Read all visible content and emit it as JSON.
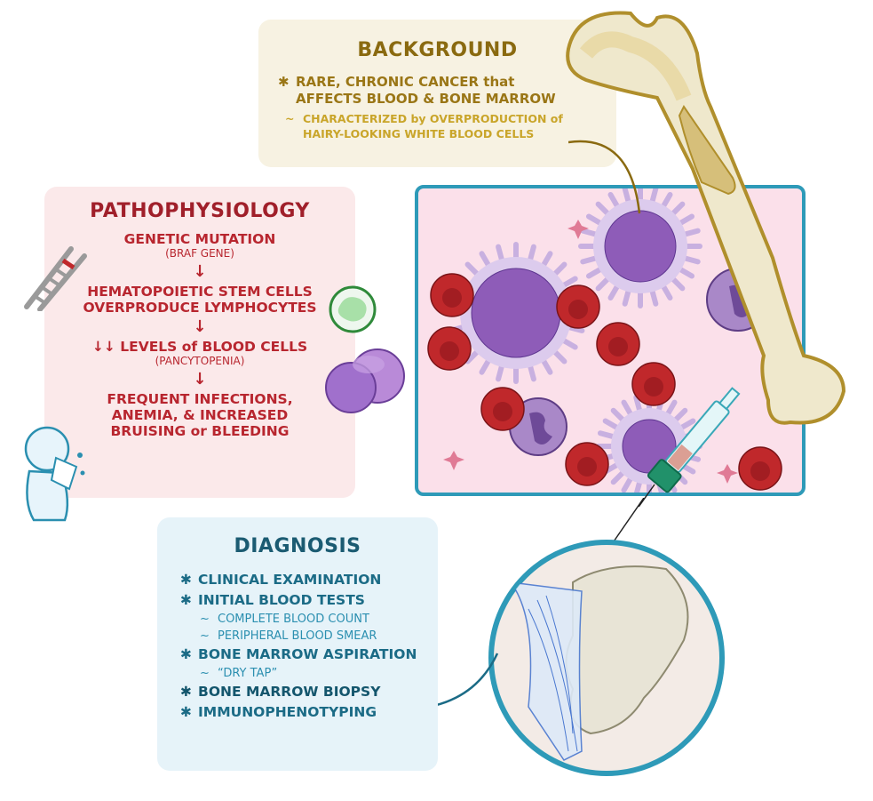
{
  "background": {
    "title": "BACKGROUND",
    "bullet_symbol": "✱",
    "sub_symbol": "~",
    "main_point": "RARE, CHRONIC CANCER that AFFECTS BLOOD & BONE MARROW",
    "sub_point": "CHARACTERIZED by OVERPRODUCTION of HAIRY-LOOKING WHITE BLOOD CELLS"
  },
  "pathophysiology": {
    "title": "PATHOPHYSIOLOGY",
    "arrow": "↓",
    "steps": [
      {
        "text": "GENETIC MUTATION",
        "sub": "(BRAF GENE)"
      },
      {
        "text": "HEMATOPOIETIC STEM CELLS OVERPRODUCE LYMPHOCYTES",
        "sub": ""
      },
      {
        "text": "↓↓ LEVELS of BLOOD CELLS",
        "sub": "(PANCYTOPENIA)"
      },
      {
        "text": "FREQUENT INFECTIONS, ANEMIA, & INCREASED BRUISING or BLEEDING",
        "sub": ""
      }
    ]
  },
  "diagnosis": {
    "title": "DIAGNOSIS",
    "bullet_symbol": "✱",
    "sub_symbol": "~",
    "items": [
      {
        "text": "CLINICAL EXAMINATION",
        "subs": []
      },
      {
        "text": "INITIAL BLOOD TESTS",
        "subs": [
          "COMPLETE BLOOD COUNT",
          "PERIPHERAL BLOOD SMEAR"
        ]
      },
      {
        "text": "BONE MARROW ASPIRATION",
        "subs": [
          "“DRY TAP”"
        ]
      },
      {
        "text": "BONE MARROW BIOPSY",
        "subs": []
      },
      {
        "text": "IMMUNOPHENOTYPING",
        "subs": []
      }
    ]
  },
  "illustrations": {
    "bone": "femur-bone",
    "cells_panel": "hairy-cells-blood-smear",
    "syringe": "bone-marrow-aspiration-needle",
    "pelvis_inset": "pelvis-biopsy-site",
    "dna": "dna-mutation-icon",
    "person": "sick-person-sneezing",
    "lymphocytes": "lymphocyte-cells"
  },
  "colors": {
    "background_card": "#f7f2e2",
    "background_text": "#8a6a10",
    "patho_card": "#fbe9ea",
    "patho_text": "#b8262f",
    "diagnosis_card": "#e6f3f9",
    "diagnosis_text": "#1b6b86",
    "panel_border": "#2e9ab8",
    "panel_fill": "#fbe0ea",
    "rbc": "#c0282b",
    "hairy_cell": "#8e5cb8",
    "bone": "#efe8cc",
    "bone_outline": "#b08f2c"
  }
}
